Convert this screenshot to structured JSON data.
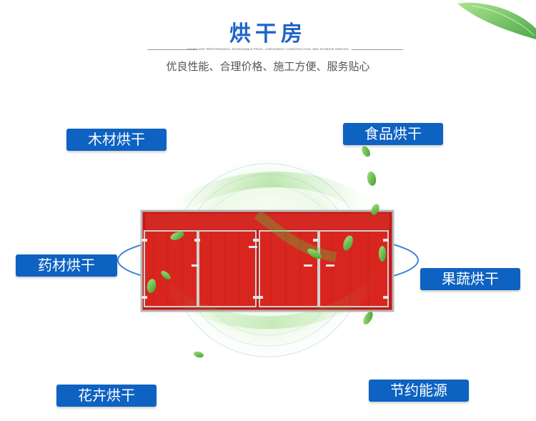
{
  "header": {
    "title": "烘干房",
    "tagline_small": "EXCELLENT PERFORMANCE, REASONABLE PRICE, CONVENIENT CONSTRUCTION, AND INTIMATE SERVICE",
    "subtitle": "优良性能、合理价格、施工方便、服务贴心"
  },
  "labels": {
    "wood": "木材烘干",
    "food": "食品烘干",
    "medicine": "药材烘干",
    "fruit_veg": "果蔬烘干",
    "flowers": "花卉烘干",
    "energy": "节约能源"
  },
  "colors": {
    "title": "#1f64c8",
    "label_bg": "#0e62c2",
    "dryer_red": "#d9231e",
    "leaf_green": "#5fbf3a"
  },
  "icons": [
    "leaf-icon",
    "dryer-room-image"
  ]
}
